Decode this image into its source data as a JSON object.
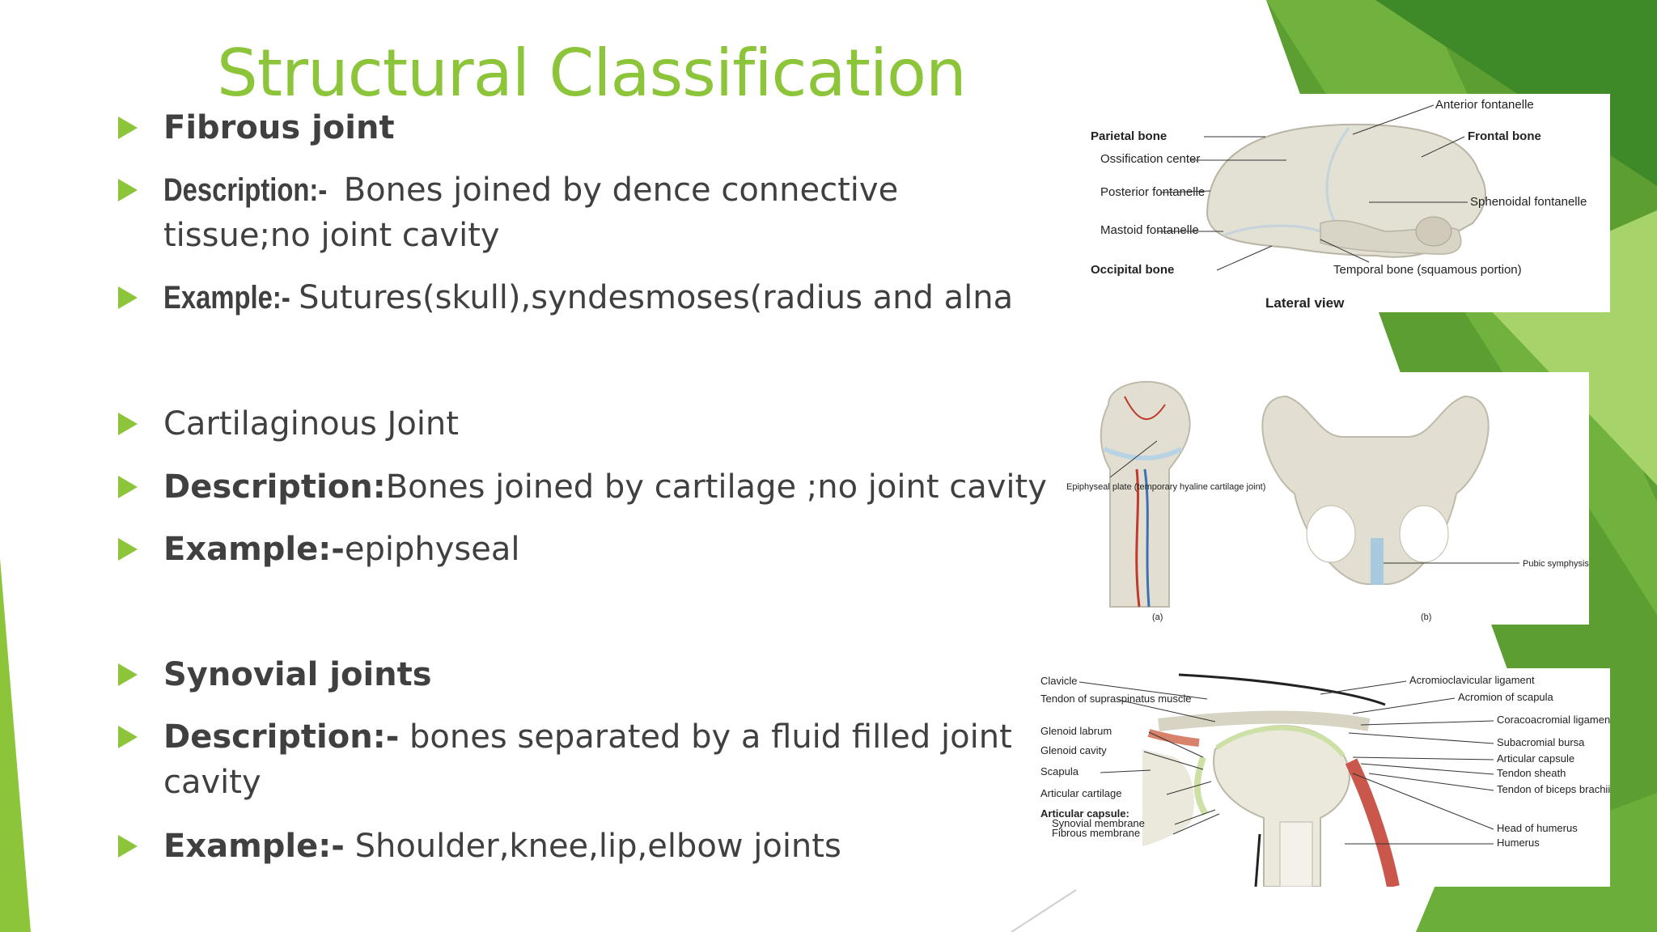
{
  "slide": {
    "title": "Structural Classification",
    "sections": [
      {
        "heading": "Fibrous joint",
        "description_label": "Description:-",
        "description_text": "Bones joined by dence connective tissue;no joint cavity",
        "example_label": "Example:-",
        "example_text": "Sutures(skull),syndesmoses(radius and alna"
      },
      {
        "heading": "Cartilaginous Joint",
        "description_label": "Description:",
        "description_text": "Bones joined by cartilage ;no joint cavity",
        "example_label": "Example:-",
        "example_text": "epiphyseal"
      },
      {
        "heading": "Synovial joints",
        "description_label": "Description:-",
        "description_text": " bones separated by a fluid filled joint cavity",
        "example_label": "Example:-",
        "example_text": " Shoulder,knee,lip,elbow joints"
      }
    ]
  },
  "figures": {
    "skull": {
      "labels": [
        "Anterior fontanelle",
        "Parietal bone",
        "Frontal bone",
        "Ossification center",
        "Posterior fontanelle",
        "Sphenoidal fontanelle",
        "Mastoid fontanelle",
        "Occipital bone",
        "Temporal bone (squamous portion)"
      ],
      "caption": "Lateral view"
    },
    "cartilage": {
      "labels": [
        "Epiphyseal plate (temporary hyaline cartilage joint)",
        "Pubic symphysis"
      ],
      "captions": [
        "(a)",
        "(b)"
      ]
    },
    "shoulder": {
      "labels_left": [
        "Clavicle",
        "Tendon of supraspinatus muscle",
        "Glenoid labrum",
        "Glenoid cavity",
        "Scapula",
        "Articular cartilage",
        "Articular capsule:",
        "Synovial membrane",
        "Fibrous membrane"
      ],
      "labels_right": [
        "Acromioclavicular ligament",
        "Acromion of scapula",
        "Coracoacromial ligament",
        "Subacromial bursa",
        "Articular capsule",
        "Tendon sheath",
        "Tendon of biceps brachii muscles (long head)",
        "Head of humerus",
        "Humerus"
      ]
    }
  },
  "colors": {
    "accent": "#8cc43a",
    "text": "#404040",
    "green_dark": "#4e9a2c",
    "green_light": "#a8d467"
  }
}
